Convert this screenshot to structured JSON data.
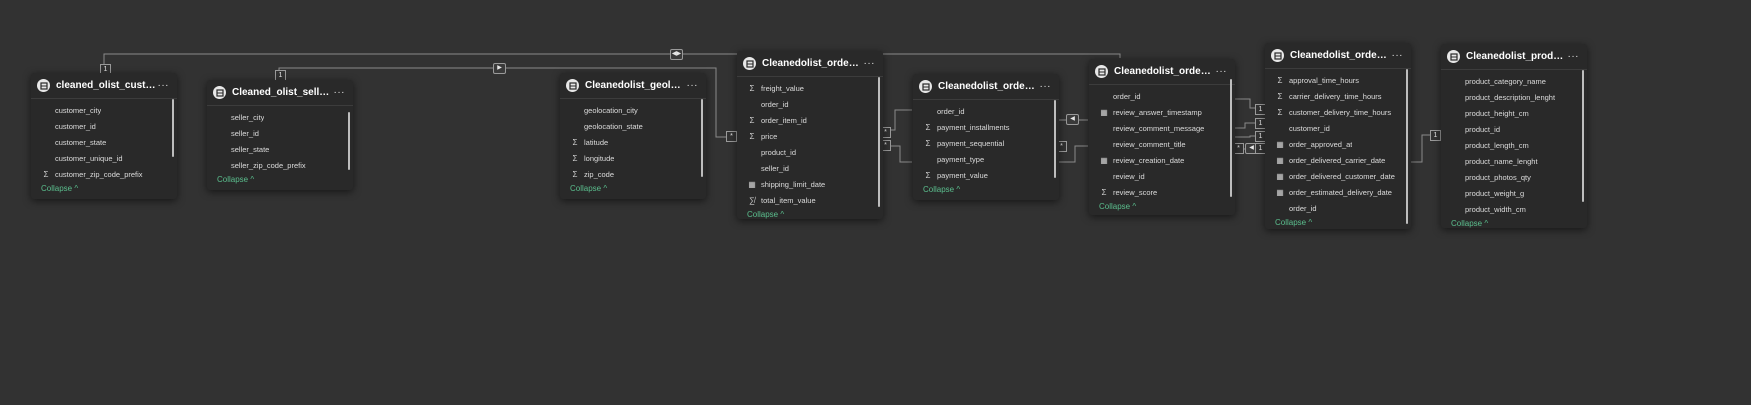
{
  "colors": {
    "background": "#323232",
    "card": "#292929",
    "accent": "#5bbf8e",
    "line": "#8a8a8a"
  },
  "tables": [
    {
      "title": "cleaned_olist_customer...",
      "more": "···",
      "fields": [
        {
          "name": "customer_city",
          "icon": ""
        },
        {
          "name": "customer_id",
          "icon": ""
        },
        {
          "name": "customer_state",
          "icon": ""
        },
        {
          "name": "customer_unique_id",
          "icon": ""
        },
        {
          "name": "customer_zip_code_prefix",
          "icon": "sum"
        }
      ],
      "collapse": "Collapse ^"
    },
    {
      "title": "Cleaned_olist_sellers_da...",
      "more": "···",
      "fields": [
        {
          "name": "seller_city",
          "icon": ""
        },
        {
          "name": "seller_id",
          "icon": ""
        },
        {
          "name": "seller_state",
          "icon": ""
        },
        {
          "name": "seller_zip_code_prefix",
          "icon": ""
        }
      ],
      "collapse": "Collapse ^"
    },
    {
      "title": "Cleanedolist_geolocatio...",
      "more": "···",
      "fields": [
        {
          "name": "geolocation_city",
          "icon": ""
        },
        {
          "name": "geolocation_state",
          "icon": ""
        },
        {
          "name": "latitude",
          "icon": "sum"
        },
        {
          "name": "longitude",
          "icon": "sum"
        },
        {
          "name": "zip_code",
          "icon": "sum"
        }
      ],
      "collapse": "Collapse ^"
    },
    {
      "title": "Cleanedolist_order_item...",
      "more": "···",
      "fields": [
        {
          "name": "freight_value",
          "icon": "sum"
        },
        {
          "name": "order_id",
          "icon": ""
        },
        {
          "name": "order_item_id",
          "icon": "sum"
        },
        {
          "name": "price",
          "icon": "sum"
        },
        {
          "name": "product_id",
          "icon": ""
        },
        {
          "name": "seller_id",
          "icon": ""
        },
        {
          "name": "shipping_limit_date",
          "icon": "cal"
        },
        {
          "name": "total_item_value",
          "icon": "calc"
        }
      ],
      "collapse": "Collapse ^"
    },
    {
      "title": "Cleanedolist_order_pay...",
      "more": "···",
      "fields": [
        {
          "name": "order_id",
          "icon": ""
        },
        {
          "name": "payment_installments",
          "icon": "sum"
        },
        {
          "name": "payment_sequential",
          "icon": "sum"
        },
        {
          "name": "payment_type",
          "icon": ""
        },
        {
          "name": "payment_value",
          "icon": "sum"
        }
      ],
      "collapse": "Collapse ^"
    },
    {
      "title": "Cleanedolist_order_revi...",
      "more": "···",
      "fields": [
        {
          "name": "order_id",
          "icon": ""
        },
        {
          "name": "review_answer_timestamp",
          "icon": "cal"
        },
        {
          "name": "review_comment_message",
          "icon": ""
        },
        {
          "name": "review_comment_title",
          "icon": ""
        },
        {
          "name": "review_creation_date",
          "icon": "cal"
        },
        {
          "name": "review_id",
          "icon": ""
        },
        {
          "name": "review_score",
          "icon": "sum"
        }
      ],
      "collapse": "Collapse ^"
    },
    {
      "title": "Cleanedolist_orders_dat...",
      "more": "···",
      "fields": [
        {
          "name": "approval_time_hours",
          "icon": "sum"
        },
        {
          "name": "carrier_delivery_time_hours",
          "icon": "sum"
        },
        {
          "name": "customer_delivery_time_hours",
          "icon": "sum"
        },
        {
          "name": "customer_id",
          "icon": ""
        },
        {
          "name": "order_approved_at",
          "icon": "cal"
        },
        {
          "name": "order_delivered_carrier_date",
          "icon": "cal"
        },
        {
          "name": "order_delivered_customer_date",
          "icon": "cal"
        },
        {
          "name": "order_estimated_delivery_date",
          "icon": "cal"
        },
        {
          "name": "order_id",
          "icon": ""
        }
      ],
      "collapse": "Collapse ^"
    },
    {
      "title": "Cleanedolist_products_...",
      "more": "···",
      "fields": [
        {
          "name": "product_category_name",
          "icon": ""
        },
        {
          "name": "product_description_lenght",
          "icon": ""
        },
        {
          "name": "product_height_cm",
          "icon": ""
        },
        {
          "name": "product_id",
          "icon": ""
        },
        {
          "name": "product_length_cm",
          "icon": ""
        },
        {
          "name": "product_name_lenght",
          "icon": ""
        },
        {
          "name": "product_photos_qty",
          "icon": ""
        },
        {
          "name": "product_weight_g",
          "icon": ""
        },
        {
          "name": "product_width_cm",
          "icon": ""
        }
      ],
      "collapse": "Collapse ^"
    }
  ],
  "cardinality": {
    "one": "1",
    "many": "*"
  }
}
